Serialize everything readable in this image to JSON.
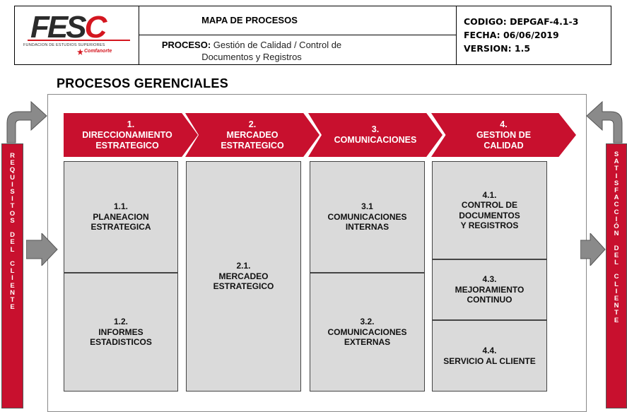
{
  "header": {
    "logo_main": "FES",
    "logo_accent": "C",
    "logo_subtitle": "FUNDACION DE ESTUDIOS SUPERIORES",
    "logo_partner": "Comfanorte",
    "title": "MAPA DE PROCESOS",
    "process_label": "PROCESO:",
    "process_value": "Gestión de Calidad / Control de Documentos y Registros",
    "codigo": "CODIGO: DEPGAF-4.1-3",
    "fecha": "FECHA: 06/06/2019",
    "version": "VERSION:  1.5"
  },
  "section_title": "PROCESOS GERENCIALES",
  "left_bar": [
    "R",
    "E",
    "Q",
    "U",
    "I",
    "S",
    "I",
    "T",
    "O",
    "S",
    "",
    "D",
    "E",
    "L",
    "",
    "C",
    "L",
    "I",
    "E",
    "N",
    "T",
    "E"
  ],
  "right_bar": [
    "S",
    "A",
    "T",
    "I",
    "S",
    "F",
    "A",
    "C",
    "C",
    "I",
    "Ó",
    "N",
    "",
    "D",
    "E",
    "L",
    "",
    "C",
    "L",
    "I",
    "E",
    "N",
    "T",
    "E"
  ],
  "chevrons": [
    {
      "number": "1.",
      "label": "DIRECCIONAMIENTO\nESTRATEGICO"
    },
    {
      "number": "2.",
      "label": "MERCADEO\nESTRATEGICO"
    },
    {
      "number": "3.",
      "label": "COMUNICACIONES"
    },
    {
      "number": "4.",
      "label": "GESTION DE\nCALIDAD"
    }
  ],
  "boxes": {
    "b11": "1.1.\nPLANEACION\nESTRATEGICA",
    "b12": "1.2.\nINFORMES\nESTADISTICOS",
    "b21": "2.1.\nMERCADEO\nESTRATEGICO",
    "b31": "3.1\nCOMUNICACIONES\nINTERNAS",
    "b32": "3.2.\nCOMUNICACIONES\nEXTERNAS",
    "b41": "4.1.\nCONTROL DE\nDOCUMENTOS\nY REGISTROS",
    "b43": "4.3.\nMEJORAMIENTO\nCONTINUO",
    "b44": "4.4.\nSERVICIO AL CLIENTE"
  },
  "colors": {
    "accent": "#c8102e",
    "box_fill": "#dadada",
    "arrow_gray": "#8a8a8a"
  }
}
